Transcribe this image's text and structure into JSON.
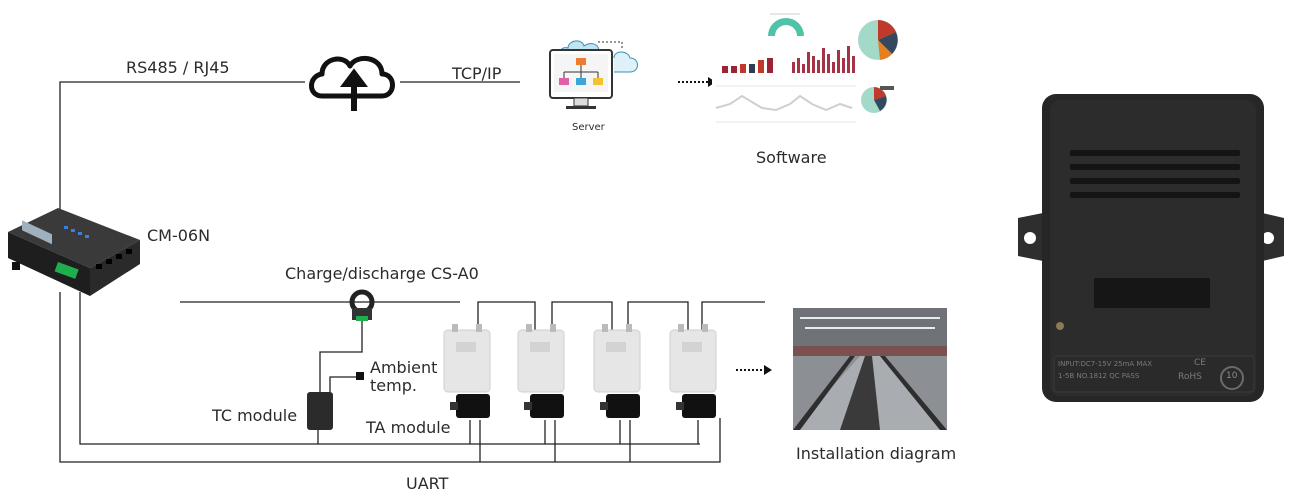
{
  "labels": {
    "rs485": "RS485 / RJ45",
    "tcpip": "TCP/IP",
    "server": "Server",
    "software": "Software",
    "controller": "CM-06N",
    "charge_sensor": "Charge/discharge CS-A0",
    "ambient_line1": "Ambient",
    "ambient_line2": "temp.",
    "tc_module": "TC module",
    "ta_module": "TA module",
    "installation": "Installation diagram",
    "uart": "UART"
  },
  "device_label": {
    "line1": "INPUT:DC7-15V 25mA MAX",
    "line2": "1-5B NO.1812  QC PASS",
    "rohs": "RoHS",
    "ce": "CE",
    "recycle": "10"
  },
  "colors": {
    "line": "#222222",
    "device_body": "#262626",
    "battery": "#e6e6e6",
    "accent": "#c0392b"
  }
}
